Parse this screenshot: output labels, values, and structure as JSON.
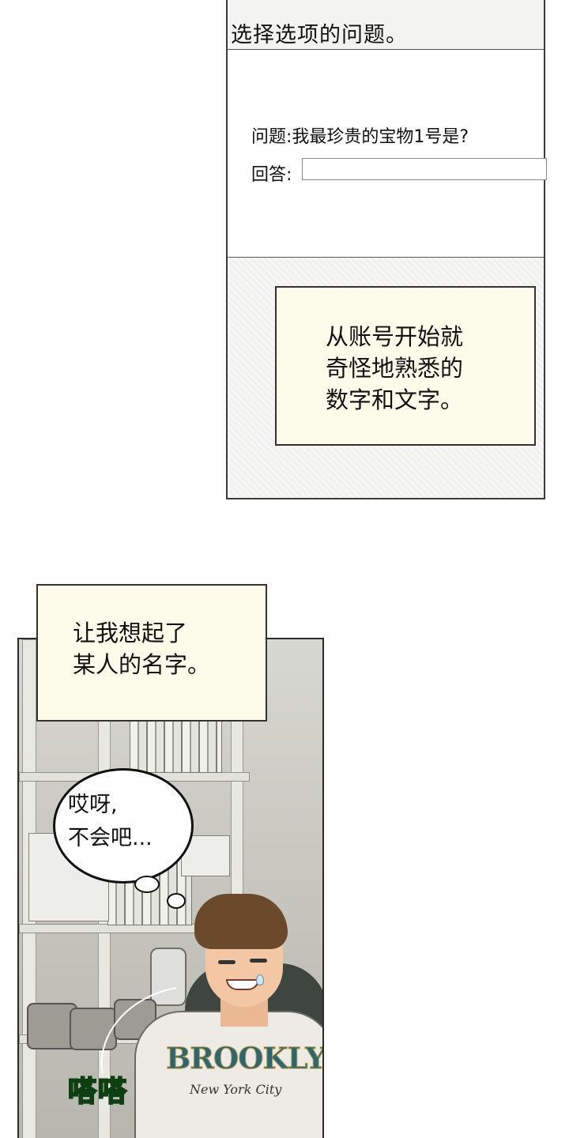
{
  "security_screen": {
    "header": "选择选项的问题。",
    "question": "问题:我最珍贵的宝物1号是?",
    "answer_label": "回答:",
    "answer_value": ""
  },
  "narration_1": {
    "line1": "从账号开始就",
    "line2": "奇怪地熟悉的",
    "line3": "数字和文字。"
  },
  "narration_2": {
    "line1": "让我想起了",
    "line2": "某人的名字。"
  },
  "thought_bubble": {
    "line1": "哎呀,",
    "line2": "不会吧..."
  },
  "sound_effect": "嗒嗒",
  "shirt_print": {
    "main": "BROOKLYN",
    "sub": "New York City"
  },
  "colors": {
    "narration_bg": "#fdfbea",
    "sfx_green": "#1b8a2b",
    "shirt_text": "#2c6673"
  }
}
